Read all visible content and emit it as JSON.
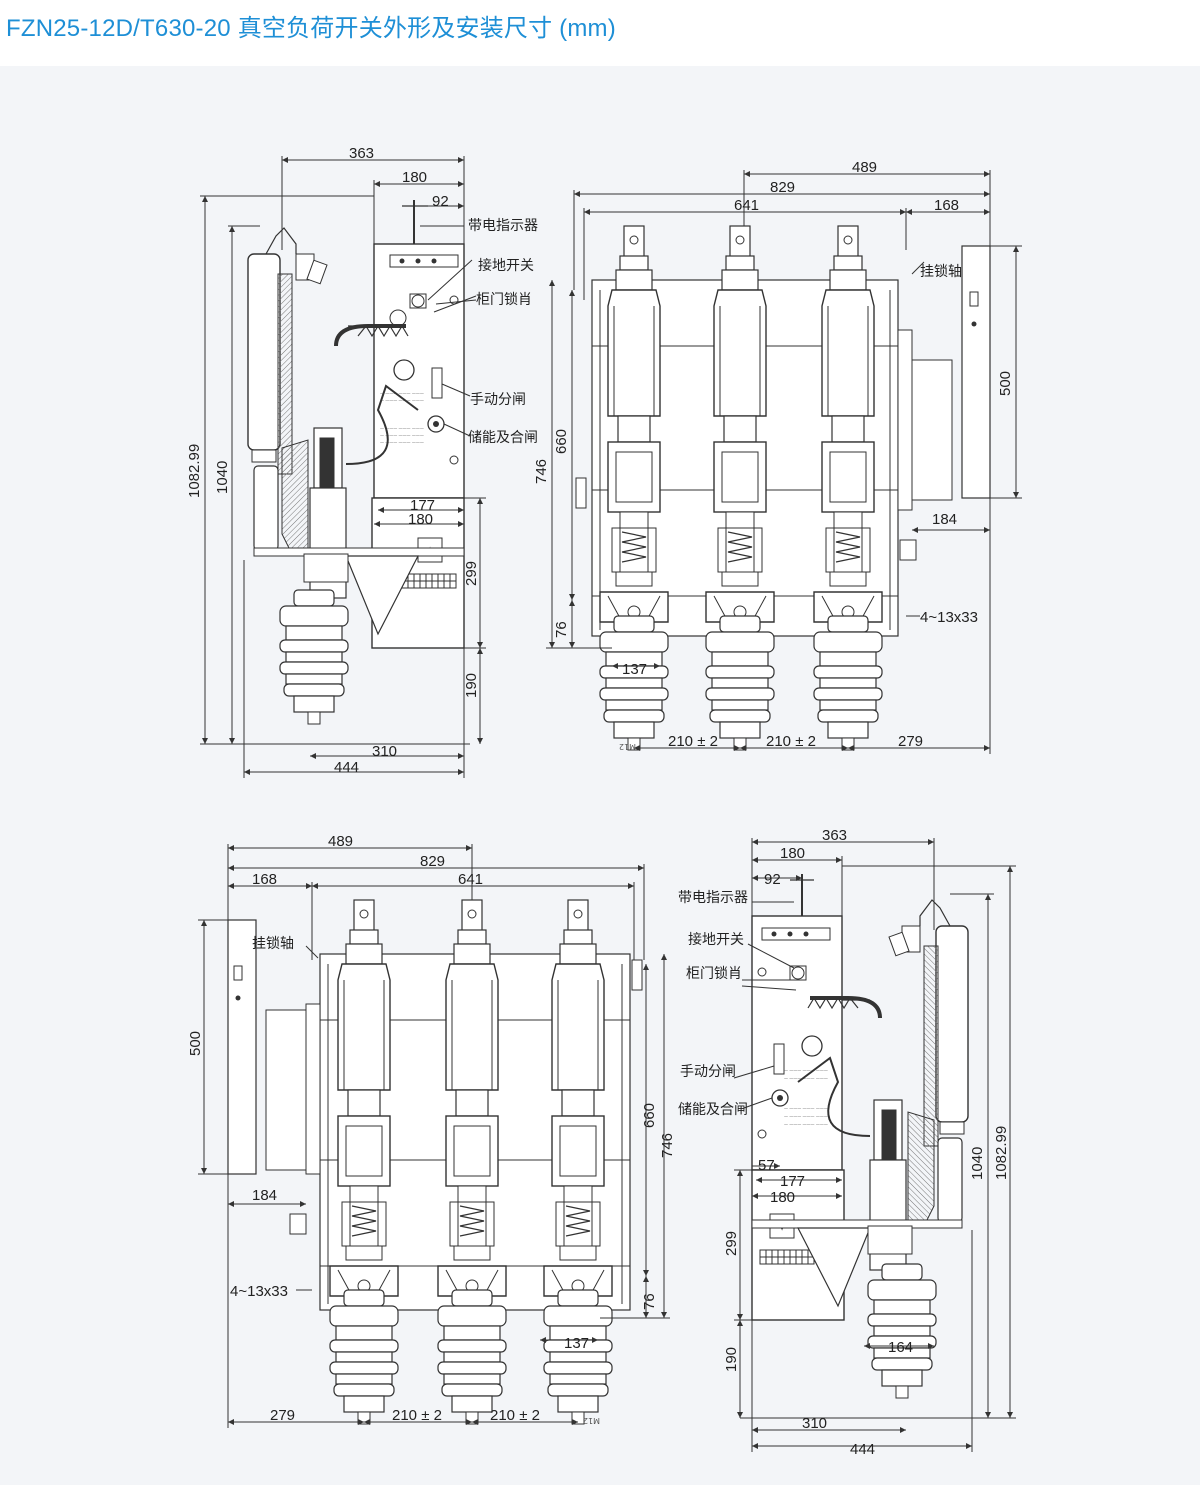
{
  "title": "FZN25-12D/T630-20 真空负荷开关外形及安装尺寸 (mm)",
  "colors": {
    "title": "#1e8fd6",
    "line": "#333333",
    "hatch": "#888888",
    "panel_bg": "#f3f5f8"
  },
  "views": {
    "side_left": {
      "dims": {
        "d363": "363",
        "d180_top": "180",
        "d92": "92",
        "d1082": "1082.99",
        "d1040": "1040",
        "d177": "177",
        "d180_bot": "180",
        "d299": "299",
        "d190": "190",
        "d310": "310",
        "d444": "444"
      },
      "labels": {
        "l1": "带电指示器",
        "l2": "接地开关",
        "l3": "柜门锁肖",
        "l4": "手动分闸",
        "l5": "储能及合闸"
      }
    },
    "front_right": {
      "dims": {
        "d489": "489",
        "d829": "829",
        "d641": "641",
        "d168": "168",
        "d500": "500",
        "d184": "184",
        "d746": "746",
        "d660": "660",
        "d76": "76",
        "d137": "137",
        "d210a": "210 ± 2",
        "d210b": "210 ± 2",
        "d279": "279",
        "holes": "4~13x33",
        "m12": "M12"
      },
      "labels": {
        "lock": "挂锁轴"
      }
    },
    "front_left": {
      "dims": {
        "d489": "489",
        "d829": "829",
        "d168": "168",
        "d641": "641",
        "d500": "500",
        "d184": "184",
        "d660": "660",
        "d746": "746",
        "d76": "76",
        "d137": "137",
        "holes": "4~13x33",
        "d279": "279",
        "d210a": "210 ± 2",
        "d210b": "210 ± 2",
        "m12": "M12"
      },
      "labels": {
        "lock": "挂锁轴"
      }
    },
    "side_right": {
      "dims": {
        "d363": "363",
        "d180_top": "180",
        "d92": "92",
        "d1082": "1082.99",
        "d1040": "1040",
        "d57": "57",
        "d177": "177",
        "d180_bot": "180",
        "d299": "299",
        "d164": "164",
        "d190": "190",
        "d310": "310",
        "d444": "444"
      },
      "labels": {
        "l1": "带电指示器",
        "l2": "接地开关",
        "l3": "柜门锁肖",
        "l4": "手动分闸",
        "l5": "储能及合闸"
      }
    }
  }
}
